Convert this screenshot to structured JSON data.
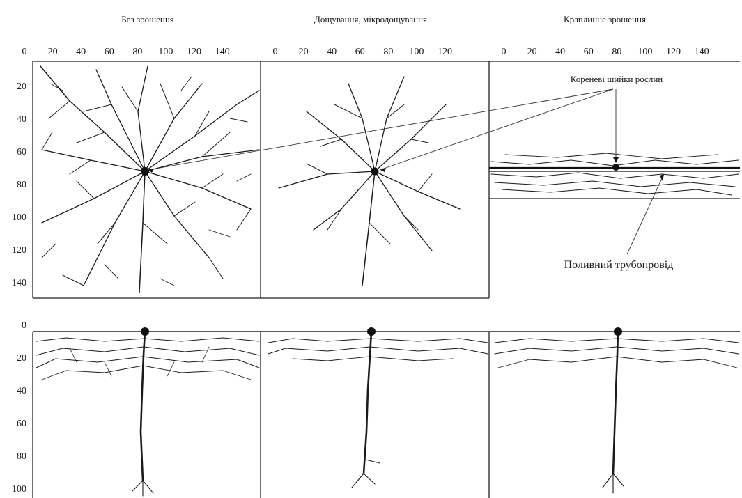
{
  "columns": [
    {
      "title": "Без зрошення",
      "x_ticks": [
        "0",
        "20",
        "40",
        "60",
        "80",
        "100",
        "120",
        "140"
      ]
    },
    {
      "title": "Дощування, мікродощування",
      "x_ticks": [
        "0",
        "20",
        "40",
        "60",
        "80",
        "100",
        "120"
      ]
    },
    {
      "title": "Краплинне зрошення",
      "x_ticks": [
        "0",
        "20",
        "40",
        "60",
        "80",
        "100",
        "120",
        "140"
      ]
    }
  ],
  "top_y_ticks": [
    "20",
    "40",
    "60",
    "80",
    "100",
    "120",
    "140"
  ],
  "bottom_y_ticks": [
    "0",
    "20",
    "40",
    "60",
    "80",
    "100"
  ],
  "annotations": {
    "root_collars": "Кореневі шийки рослин",
    "irrigation_pipe": "Поливний трубопровід"
  },
  "colors": {
    "ink": "#1a1a1a",
    "background": "#ffffff"
  }
}
